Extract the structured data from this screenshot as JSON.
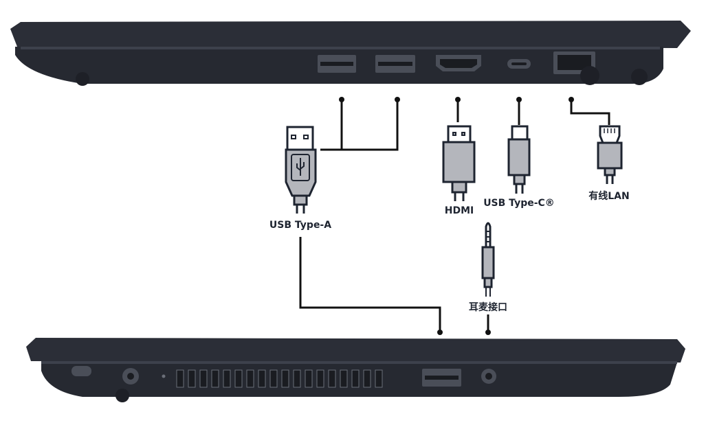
{
  "labels": {
    "usb_a": "USB Type-A",
    "hdmi": "HDMI",
    "usb_c": "USB Type-C®",
    "lan": "有线LAN",
    "audio": "耳麦接口"
  },
  "colors": {
    "laptop": "#2a2d36",
    "connector_fill": "#b4b6bc",
    "outline": "#1e2430",
    "line": "#111111"
  }
}
